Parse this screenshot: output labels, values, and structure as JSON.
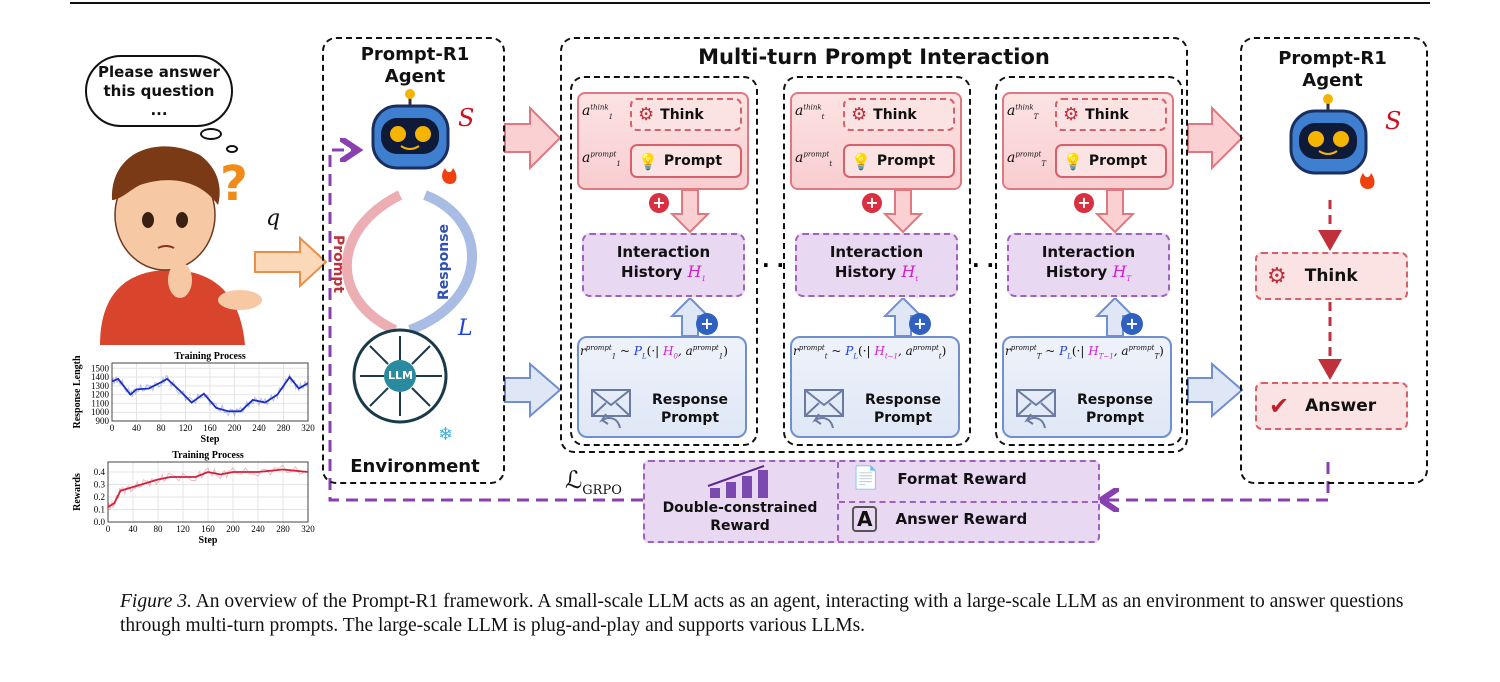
{
  "figure": {
    "speech_bubble": "Please answer this question ...",
    "question_symbol": "q",
    "left_agent": {
      "title_line1": "Prompt-R1",
      "title_line2": "Agent",
      "agent_symbol": "S",
      "env_symbol": "L",
      "prompt_label": "Prompt",
      "response_label": "Response",
      "llm_label": "LLM",
      "environment_label": "Environment"
    },
    "interaction": {
      "title": "Multi-turn Prompt Interaction",
      "think_label": "Think",
      "prompt_label": "Prompt",
      "history_line1": "Interaction",
      "history_line2": "History",
      "response_line1": "Response",
      "response_line2": "Prompt",
      "ellipsis": "· · ·",
      "columns": [
        {
          "a": "a",
          "think_sup": "think",
          "prompt_sup": "prompt",
          "sub": "1",
          "H": "H",
          "H_sub": "1",
          "r": "r",
          "P": "P",
          "P_sub": "L",
          "cond": "(·|",
          "hist_sub": "0",
          "tilde": "~",
          "close": ")"
        },
        {
          "a": "a",
          "think_sup": "think",
          "prompt_sup": "prompt",
          "sub": "t",
          "H": "H",
          "H_sub": "t",
          "r": "r",
          "P": "P",
          "P_sub": "L",
          "cond": "(·|",
          "hist_sub": "t−1",
          "tilde": "~",
          "close": ")"
        },
        {
          "a": "a",
          "think_sup": "think",
          "prompt_sup": "prompt",
          "sub": "T",
          "H": "H",
          "H_sub": "T",
          "r": "r",
          "P": "P",
          "P_sub": "L",
          "cond": "(·|",
          "hist_sub": "T−1",
          "tilde": "~",
          "close": ")"
        }
      ]
    },
    "right_agent": {
      "title_line1": "Prompt-R1",
      "title_line2": "Agent",
      "agent_symbol": "S",
      "think_label": "Think",
      "answer_label": "Answer"
    },
    "reward": {
      "loss_symbol": "ℒ",
      "loss_sub": "GRPO",
      "double_line1": "Double-constrained",
      "double_line2": "Reward",
      "format": "Format Reward",
      "answer": "Answer Reward"
    },
    "colors": {
      "red": "#e07880",
      "blue": "#6f8fd0",
      "purple": "#8a3fb0",
      "orange": "#e8904a"
    }
  },
  "chart_data": [
    {
      "type": "line",
      "title": "Training Process",
      "xlabel": "Step",
      "ylabel": "Response Length",
      "x": [
        0,
        10,
        30,
        40,
        60,
        80,
        90,
        110,
        130,
        150,
        170,
        190,
        210,
        230,
        250,
        270,
        290,
        305,
        320
      ],
      "y": [
        1350,
        1380,
        1200,
        1260,
        1270,
        1340,
        1380,
        1250,
        1110,
        1210,
        1050,
        1010,
        1010,
        1140,
        1110,
        1200,
        1400,
        1270,
        1330
      ],
      "xlim": [
        0,
        320
      ],
      "ylim": [
        900,
        1560
      ],
      "xticks": [
        "0",
        "40",
        "80",
        "120",
        "160",
        "200",
        "240",
        "280",
        "320"
      ],
      "yticks": [
        "900",
        "1000",
        "1100",
        "1200",
        "1300",
        "1400",
        "1500"
      ],
      "color": "#1a2fc0",
      "grid": true
    },
    {
      "type": "line",
      "title": "Training Process",
      "xlabel": "Step",
      "ylabel": "Rewards",
      "x": [
        0,
        10,
        20,
        40,
        60,
        80,
        100,
        140,
        160,
        180,
        200,
        240,
        280,
        320
      ],
      "y": [
        0.12,
        0.15,
        0.25,
        0.28,
        0.31,
        0.34,
        0.36,
        0.36,
        0.4,
        0.38,
        0.4,
        0.4,
        0.42,
        0.4
      ],
      "xlim": [
        0,
        320
      ],
      "ylim": [
        0,
        0.48
      ],
      "xticks": [
        "0",
        "40",
        "80",
        "120",
        "160",
        "200",
        "240",
        "280",
        "320"
      ],
      "yticks": [
        "0.0",
        "0.1",
        "0.2",
        "0.3",
        "0.4"
      ],
      "color": "#d0203a",
      "grid": true
    }
  ],
  "caption": {
    "label": "Figure 3.",
    "text": " An overview of the Prompt-R1 framework. A small-scale LLM acts as an agent, interacting with a large-scale LLM as an environment to answer questions through multi-turn prompts. The large-scale LLM is plug-and-play and supports various LLMs."
  }
}
